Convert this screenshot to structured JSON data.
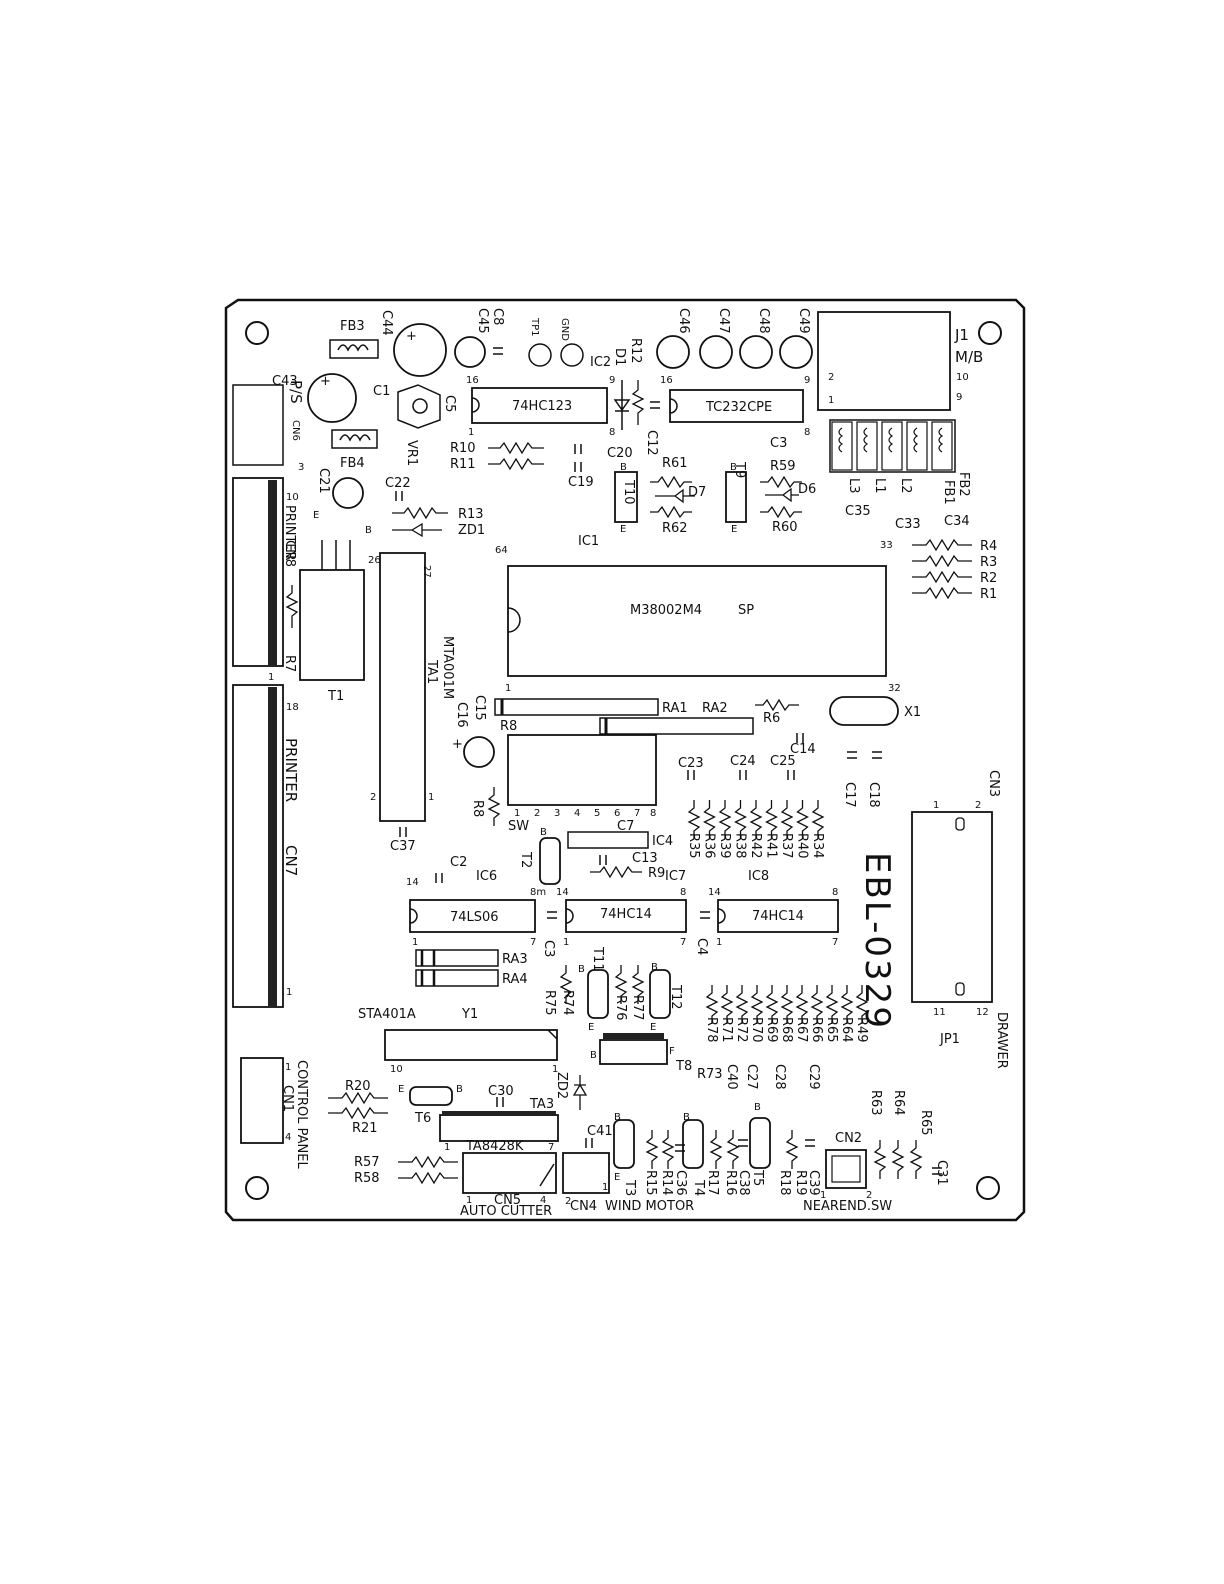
{
  "board": {
    "model": "EBL-0329",
    "connectors": {
      "ps": "P/S",
      "mb": "M/B",
      "j1": "J1",
      "cn6": "CN6",
      "cn6_pin": "3",
      "cn8": "CN8",
      "cn8_name": "PRINTER",
      "cn8_pin_top": "10",
      "cn8_pin_bot": "1",
      "cn7": "CN7",
      "cn7_name": "PRINTER",
      "cn7_pin_top": "18",
      "cn7_pin_bot": "1",
      "cn3": "CN3",
      "cn3_pin1": "1",
      "cn3_pin2": "2",
      "jp1": "JP1",
      "jp1_pin11": "11",
      "jp1_pin12": "12",
      "drawer": "DRAWER",
      "cn1": "CN1",
      "control_panel": "CONTROL PANEL",
      "cn1_pin1": "1",
      "cn1_pin4": "4",
      "cn5": "CN5",
      "auto_cutter": "AUTO CUTTER",
      "cn5_pin1": "1",
      "cn5_pin4": "4",
      "cn4": "CN4",
      "wind_motor": "WIND MOTOR",
      "cn4_pin2": "2",
      "cn4_pin1": "1",
      "cn2": "CN2",
      "nearend_sw": "NEAREND.SW",
      "cn2_pin1": "1",
      "cn2_pin2": "2"
    },
    "chips": {
      "ic2": "IC2",
      "ic2_part": "74HC123",
      "ic2_p16": "16",
      "ic2_p1": "1",
      "ic2_p9": "9",
      "ic2_p8": "8",
      "ic3_part": "TC232CPE",
      "ic3_p16": "16",
      "ic3_p9": "9",
      "ic3_p8": "8",
      "ic1": "IC1",
      "ic1_part": "M38002M4",
      "ic1_sp": "SP",
      "ic1_p64": "64",
      "ic1_p33": "33",
      "ic1_p1": "1",
      "ic1_p32": "32",
      "ta1": "TA1",
      "ta1_part": "MTA001M",
      "ta1_p26": "26",
      "ta1_p27": "27",
      "ta1_p2": "2",
      "ta1_p1": "1",
      "ic6": "IC6",
      "ic6_part": "74LS06",
      "ic6_p14": "14",
      "ic6_p1": "1",
      "ic6_p7": "7",
      "ic6_p8": "8",
      "ic7": "IC7",
      "ic7_part": "74HC14",
      "ic7_p14": "14",
      "ic7_p1": "1",
      "ic7_p7": "7",
      "ic7_p8": "8",
      "ic8": "IC8",
      "ic8_part": "74HC14",
      "ic8_p14": "14",
      "ic8_p1": "1",
      "ic8_p7": "7",
      "ic8_p8": "8",
      "ic4": "IC4",
      "sta": "STA401A",
      "y1": "Y1",
      "sta_p10": "10",
      "sta_p1": "1",
      "ta3": "TA3",
      "ta3_part": "TA8428K",
      "ta3_p1": "1",
      "ta3_p7": "7",
      "sw": "SW",
      "sw_pins": [
        "1",
        "2",
        "3",
        "4",
        "5",
        "6",
        "7",
        "8"
      ]
    },
    "components": {
      "fb3": "FB3",
      "fb4": "FB4",
      "fb1": "FB1",
      "fb2": "FB2",
      "c44": "C44",
      "c45": "C45",
      "c8": "C8",
      "c43": "C43",
      "c1": "C1",
      "c5": "C5",
      "vr1": "VR1",
      "tp1": "TP1",
      "gnd": "GND",
      "d1": "D1",
      "r12": "R12",
      "c46": "C46",
      "c47": "C47",
      "c48": "C48",
      "c49": "C49",
      "r10": "R10",
      "r11": "R11",
      "c19": "C19",
      "c20": "C20",
      "c12": "C12",
      "c3a": "C3",
      "c21": "C21",
      "c22": "C22",
      "r13": "R13",
      "zd1": "ZD1",
      "t10": "T10",
      "t9": "T9",
      "r61": "R61",
      "r62": "R62",
      "d7": "D7",
      "r59": "R59",
      "r60": "R60",
      "d6": "D6",
      "l3": "L3",
      "l1": "L1",
      "l2": "L2",
      "c35": "C35",
      "c33": "C33",
      "c34": "C34",
      "r4": "R4",
      "r3": "R3",
      "r2": "R2",
      "r1": "R1",
      "r7": "R7",
      "t1": "T1",
      "c15": "C15",
      "c16": "C16",
      "r8a": "R8",
      "ra1": "RA1",
      "ra2": "RA2",
      "r6": "R6",
      "x1": "X1",
      "c14": "C14",
      "c23": "C23",
      "c24": "C24",
      "c25": "C25",
      "c17": "C17",
      "c18": "C18",
      "r8b": "R8",
      "c37": "C37",
      "c7": "C7",
      "t2": "T2",
      "c13": "C13",
      "r9": "R9",
      "c2": "C2",
      "c3b": "C3",
      "c4": "C4",
      "ra3": "RA3",
      "ra4": "RA4",
      "r75": "R75",
      "r74": "R74",
      "t11": "T11",
      "r76": "R76",
      "r77": "R77",
      "t12": "T12",
      "t8": "T8",
      "r73": "R73",
      "c40": "C40",
      "c27": "C27",
      "c28": "C28",
      "c29": "C29",
      "r20": "R20",
      "r21": "R21",
      "t6": "T6",
      "c30": "C30",
      "zd2": "ZD2",
      "c41": "C41",
      "t3": "T3",
      "r15": "R15",
      "r14": "R14",
      "c36": "C36",
      "t4": "T4",
      "r17": "R17",
      "r16": "R16",
      "c38": "C38",
      "t5": "T5",
      "r18": "R18",
      "r19": "R19",
      "c39": "C39",
      "r63": "R63",
      "r64": "R64",
      "r65": "R65",
      "c31": "C31",
      "r57": "R57",
      "r58": "R58",
      "top_rnet": [
        "R35",
        "R36",
        "R39",
        "R38",
        "R42",
        "R41",
        "R37",
        "R40",
        "R34"
      ],
      "bot_rnet": [
        "R78",
        "R71",
        "R72",
        "R70",
        "R69",
        "R68",
        "R67",
        "R66",
        "R65",
        "R64",
        "R49"
      ]
    },
    "marks": {
      "e": "E",
      "b": "B",
      "f": "F",
      "plus": "+",
      "p2": "2",
      "p1": "1",
      "p10": "10",
      "p9": "9",
      "p8m": "8m"
    }
  }
}
